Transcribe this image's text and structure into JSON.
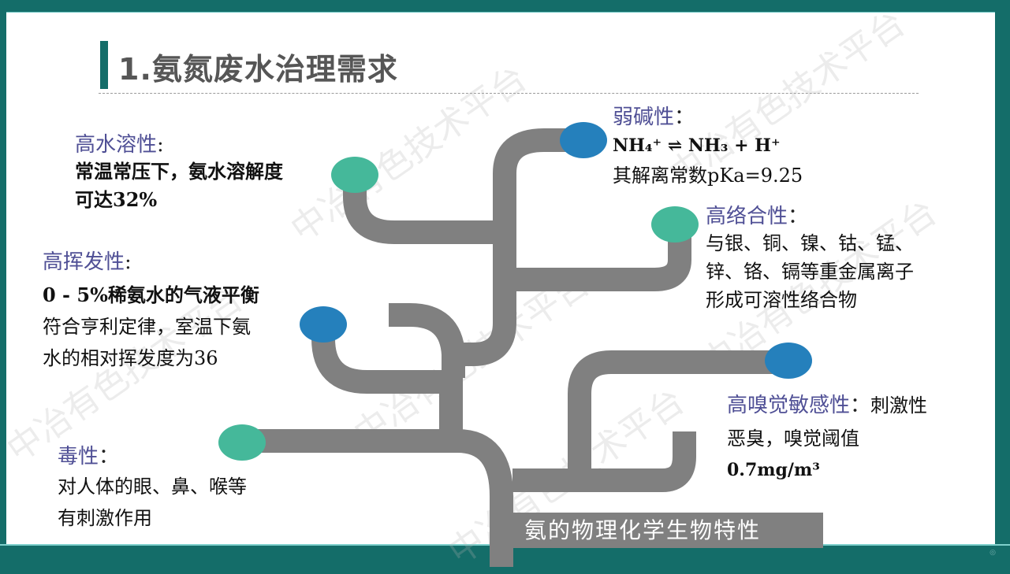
{
  "slide": {
    "title": "1.氨氮废水治理需求",
    "caption": "氨的物理化学生物特性",
    "colors": {
      "frame": "#146D69",
      "pipe": "#808080",
      "node_green": "#45B89A",
      "node_blue": "#2580BC",
      "heading": "#4F4F95",
      "title_text": "#565656"
    }
  },
  "properties": {
    "water_solubility": {
      "heading": "高水溶性",
      "colon": ":",
      "lines": [
        "常温常压下，氨水溶解度",
        "可达32%"
      ]
    },
    "volatility": {
      "heading": "高挥发性",
      "colon": ":",
      "lines": [
        "0 - 5%稀氨水的气液平衡",
        "符合亨利定律，室温下氨",
        "水的相对挥发度为36"
      ]
    },
    "toxicity": {
      "heading": "毒性",
      "colon": "：",
      "lines": [
        "对人体的眼、鼻、喉等",
        "有刺激作用"
      ]
    },
    "weak_alkalinity": {
      "heading": "弱碱性",
      "colon": "：",
      "equation": "NH₄⁺ ⇌ NH₃ + H⁺",
      "lines": [
        "其解离常数pKa=9.25"
      ]
    },
    "complexation": {
      "heading": "高络合性",
      "colon": "：",
      "lines": [
        "与银、铜、镍、钴、锰、",
        "锌、铬、镉等重金属离子",
        "形成可溶性络合物"
      ]
    },
    "odor_sensitivity": {
      "heading": "高嗅觉敏感性",
      "colon": "：",
      "heading_suffix": "刺激性",
      "lines": [
        "恶臭，嗅觉阈值",
        "0.7mg/m³"
      ]
    }
  },
  "watermark": "中冶有色技术平台"
}
